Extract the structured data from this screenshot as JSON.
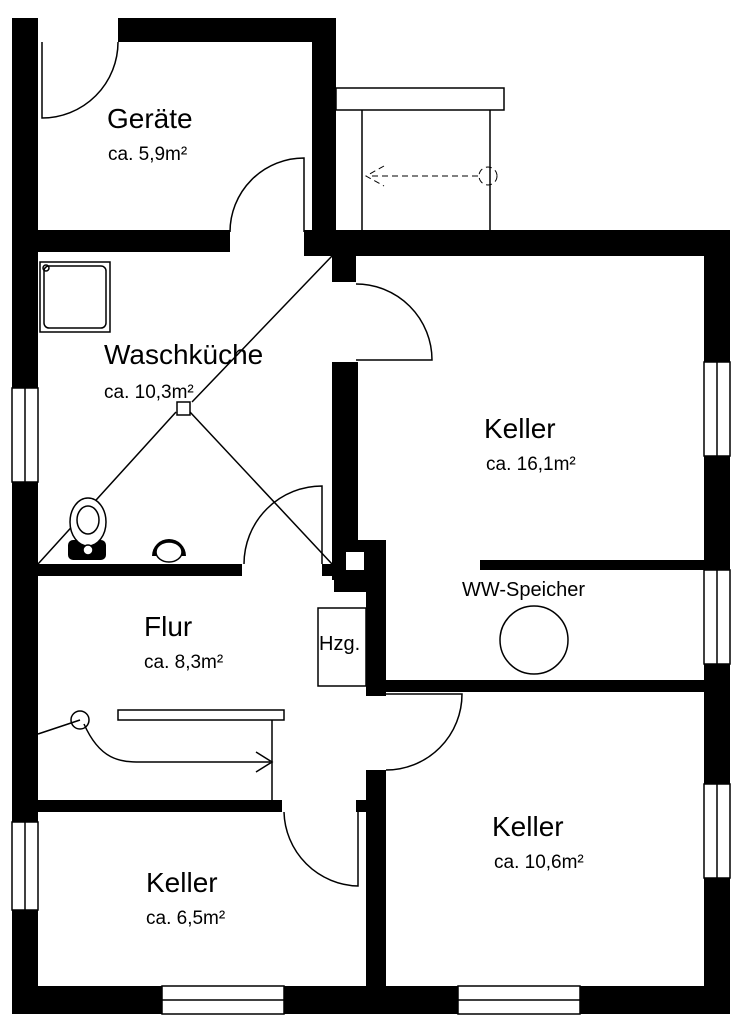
{
  "rooms": {
    "geraete": {
      "name": "Geräte",
      "area": "ca. 5,9m²"
    },
    "waschkueche": {
      "name": "Waschküche",
      "area": "ca. 10,3m²"
    },
    "keller_top": {
      "name": "Keller",
      "area": "ca. 16,1m²"
    },
    "flur": {
      "name": "Flur",
      "area": "ca. 8,3m²"
    },
    "keller_sw": {
      "name": "Keller",
      "area": "ca. 6,5m²"
    },
    "keller_se": {
      "name": "Keller",
      "area": "ca. 10,6m²"
    }
  },
  "labels": {
    "ww_speicher": "WW-Speicher",
    "heizung": "Hzg."
  },
  "colors": {
    "wall": "#000000",
    "background": "#ffffff"
  }
}
